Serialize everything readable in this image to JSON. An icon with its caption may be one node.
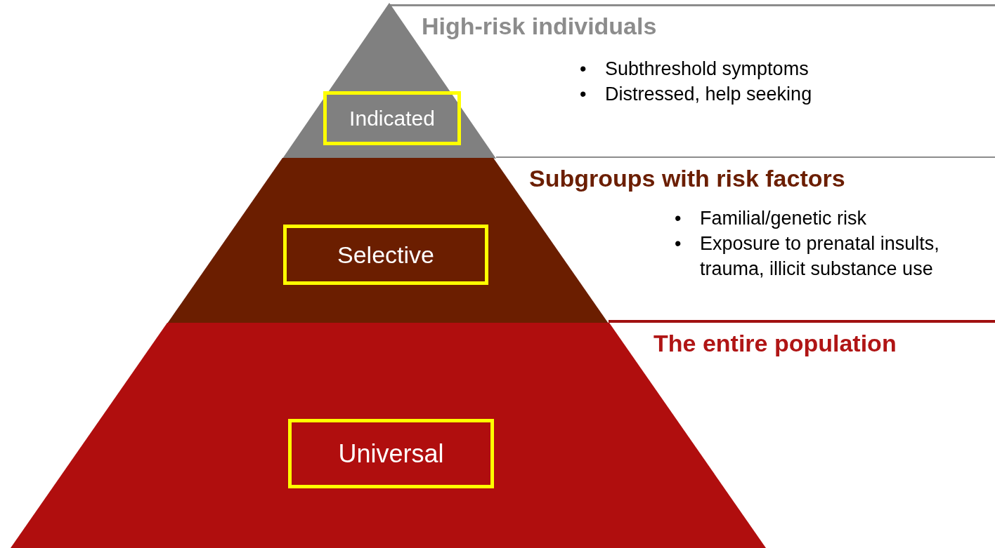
{
  "diagram": {
    "nodes": [
      {
        "text": [],
        "shape": "triangle"
      },
      {
        "text": [
          "Indicated"
        ],
        "in": 0
      },
      {
        "text": [
          "High-risk individuals",
          "Subthreshold symptoms",
          "Distressed, help seeking"
        ]
      },
      {
        "text": [],
        "shape": "trapezoid"
      },
      {
        "text": [
          "Selective"
        ],
        "in": 3
      },
      {
        "text": [
          "Subgroups with risk factors",
          "Familial/genetic risk",
          "Exposure to prenatal insults, trauma, illicit substance use"
        ]
      },
      {
        "text": [],
        "shape": "trapezoid"
      },
      {
        "text": [
          "Universal"
        ],
        "in": 6
      },
      {
        "text": [
          "The entire population"
        ]
      }
    ],
    "labels": [
      "•",
      "•",
      "•",
      "•"
    ]
  }
}
